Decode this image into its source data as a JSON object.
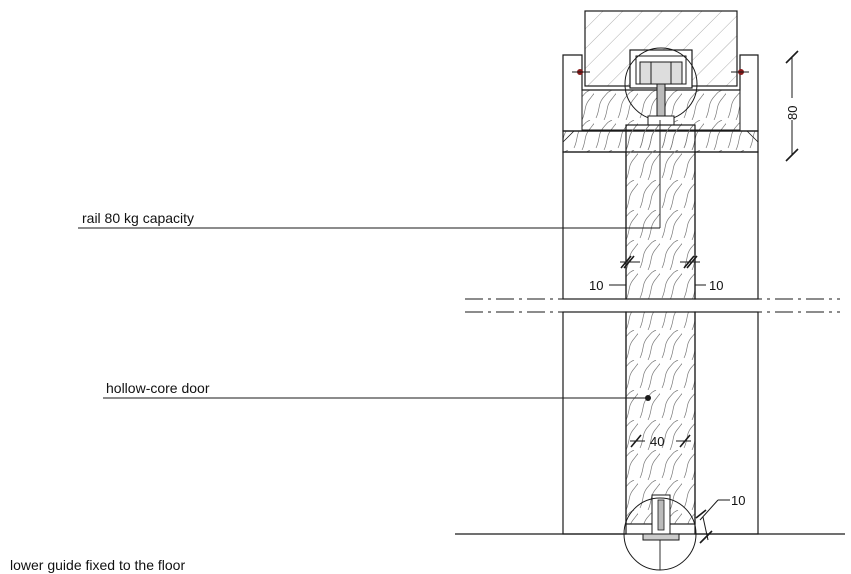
{
  "labels": {
    "rail": "rail 80 kg capacity",
    "door": "hollow-core door",
    "guide": "lower guide fixed to the floor"
  },
  "dimensions": {
    "header_height": "80",
    "gap_left": "10",
    "gap_right": "10",
    "door_thickness": "40",
    "floor_gap": "10"
  },
  "colors": {
    "line": "#1a1a1a",
    "hatch": "#8a8a8a",
    "screw_red": "#8b1a1a"
  }
}
